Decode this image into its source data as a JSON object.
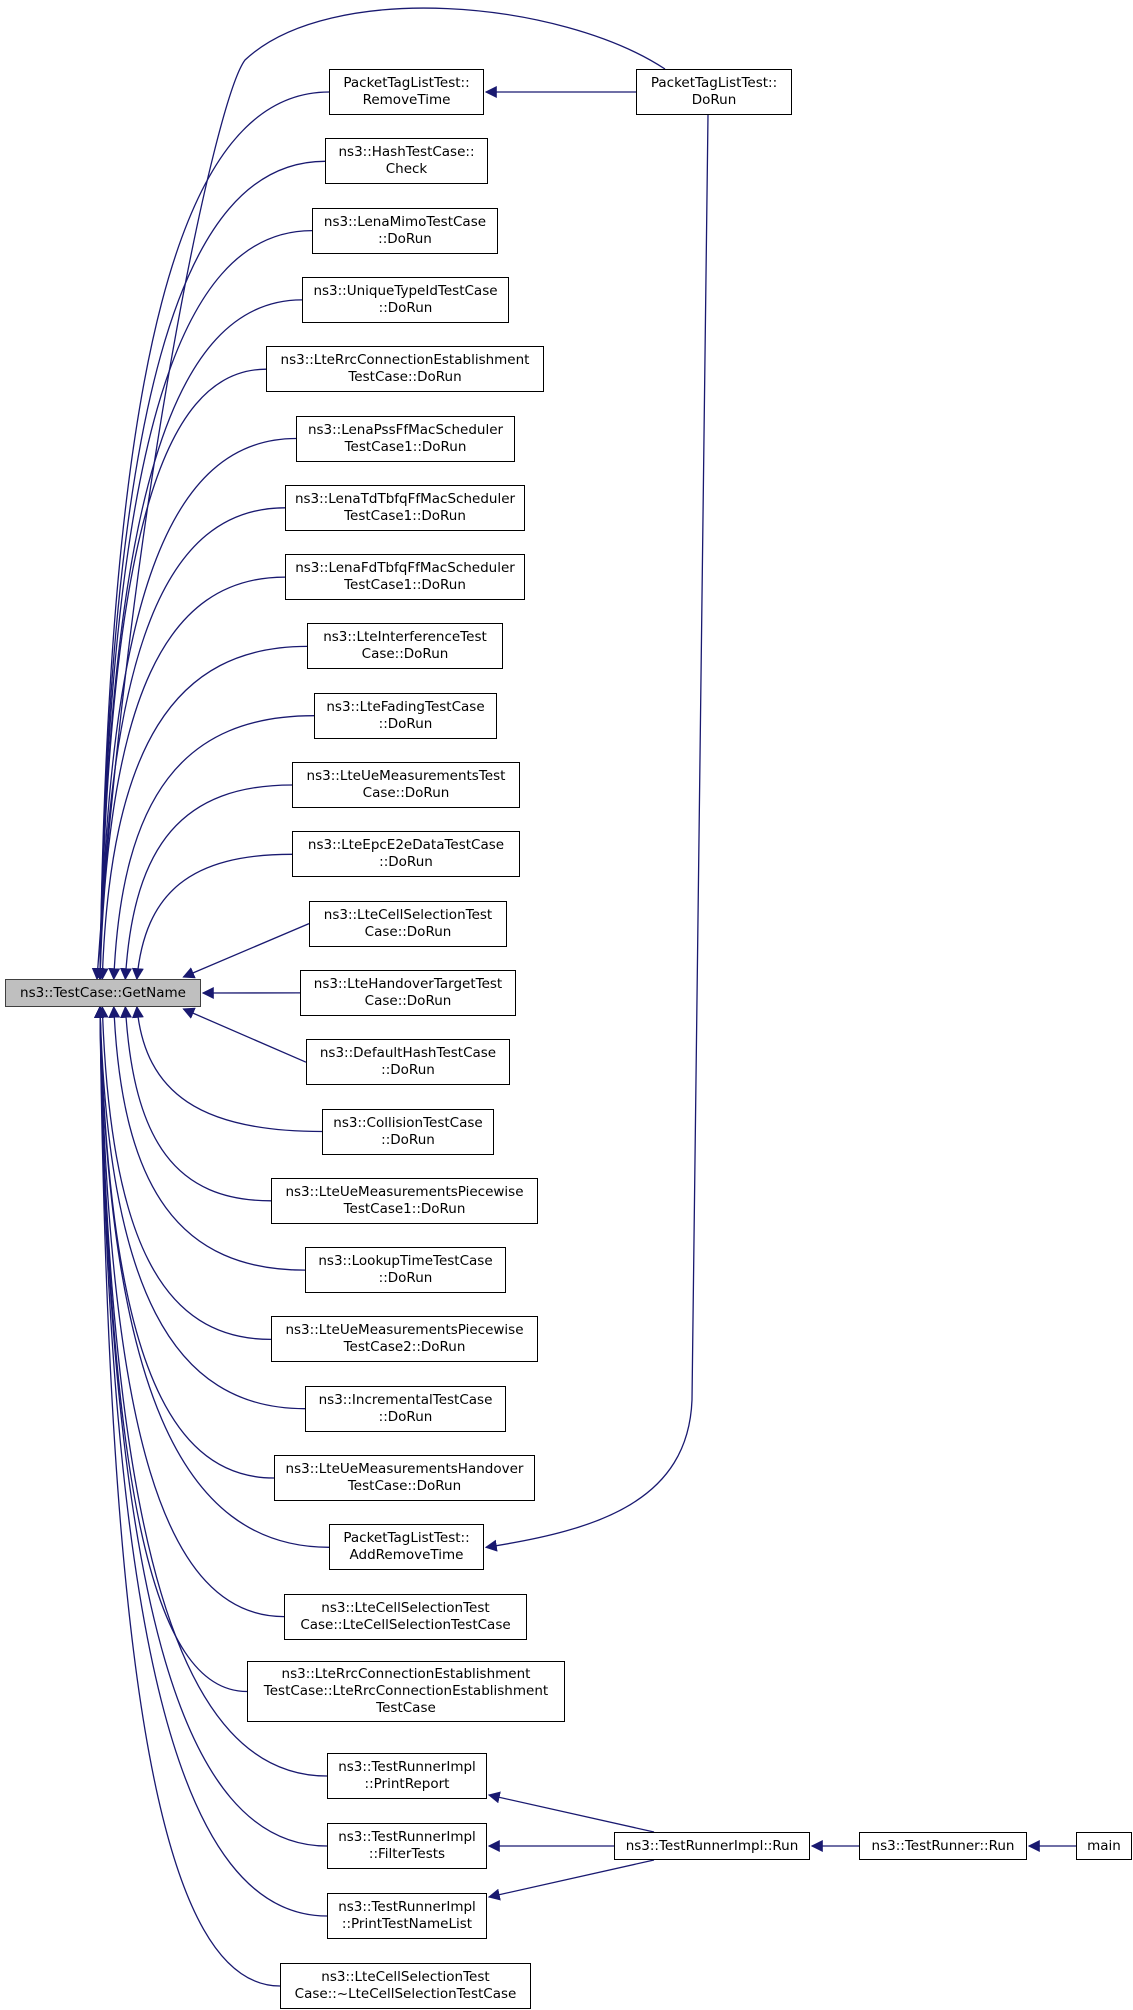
{
  "graph": {
    "edge_color": "#191970",
    "root_fill": "#bfbfbf",
    "nodes": [
      {
        "id": "getname",
        "label": "ns3::TestCase::GetName"
      },
      {
        "id": "removetime",
        "label": "PacketTagListTest::\nRemoveTime"
      },
      {
        "id": "ptl_dorun",
        "label": "PacketTagListTest::\nDoRun"
      },
      {
        "id": "hash_check",
        "label": "ns3::HashTestCase::\nCheck"
      },
      {
        "id": "lenamimo",
        "label": "ns3::LenaMimoTestCase\n::DoRun"
      },
      {
        "id": "uniquetypeid",
        "label": "ns3::UniqueTypeIdTestCase\n::DoRun"
      },
      {
        "id": "lterrc_dorun",
        "label": "ns3::LteRrcConnectionEstablishment\nTestCase::DoRun"
      },
      {
        "id": "lenapss",
        "label": "ns3::LenaPssFfMacScheduler\nTestCase1::DoRun"
      },
      {
        "id": "lenatd",
        "label": "ns3::LenaTdTbfqFfMacScheduler\nTestCase1::DoRun"
      },
      {
        "id": "lenafd",
        "label": "ns3::LenaFdTbfqFfMacScheduler\nTestCase1::DoRun"
      },
      {
        "id": "lteinterference",
        "label": "ns3::LteInterferenceTest\nCase::DoRun"
      },
      {
        "id": "ltefading",
        "label": "ns3::LteFadingTestCase\n::DoRun"
      },
      {
        "id": "lteuemeas",
        "label": "ns3::LteUeMeasurementsTest\nCase::DoRun"
      },
      {
        "id": "lteepc",
        "label": "ns3::LteEpcE2eDataTestCase\n::DoRun"
      },
      {
        "id": "ltecellsel_dorun",
        "label": "ns3::LteCellSelectionTest\nCase::DoRun"
      },
      {
        "id": "ltehandovertarget",
        "label": "ns3::LteHandoverTargetTest\nCase::DoRun"
      },
      {
        "id": "defaulthash",
        "label": "ns3::DefaultHashTestCase\n::DoRun"
      },
      {
        "id": "collision",
        "label": "ns3::CollisionTestCase\n::DoRun"
      },
      {
        "id": "piecewise1",
        "label": "ns3::LteUeMeasurementsPiecewise\nTestCase1::DoRun"
      },
      {
        "id": "lookuptime",
        "label": "ns3::LookupTimeTestCase\n::DoRun"
      },
      {
        "id": "piecewise2",
        "label": "ns3::LteUeMeasurementsPiecewise\nTestCase2::DoRun"
      },
      {
        "id": "incremental",
        "label": "ns3::IncrementalTestCase\n::DoRun"
      },
      {
        "id": "uemeashandover",
        "label": "ns3::LteUeMeasurementsHandover\nTestCase::DoRun"
      },
      {
        "id": "addremovetime",
        "label": "PacketTagListTest::\nAddRemoveTime"
      },
      {
        "id": "ltecellsel_ctor",
        "label": "ns3::LteCellSelectionTest\nCase::LteCellSelectionTestCase"
      },
      {
        "id": "lterrc_ctor",
        "label": "ns3::LteRrcConnectionEstablishment\nTestCase::LteRrcConnectionEstablishment\nTestCase"
      },
      {
        "id": "printreport",
        "label": "ns3::TestRunnerImpl\n::PrintReport"
      },
      {
        "id": "filtertests",
        "label": "ns3::TestRunnerImpl\n::FilterTests"
      },
      {
        "id": "printtestnamelist",
        "label": "ns3::TestRunnerImpl\n::PrintTestNameList"
      },
      {
        "id": "ltecellsel_dtor",
        "label": "ns3::LteCellSelectionTest\nCase::~LteCellSelectionTestCase"
      },
      {
        "id": "runnerimpl_run",
        "label": "ns3::TestRunnerImpl::Run"
      },
      {
        "id": "runner_run",
        "label": "ns3::TestRunner::Run"
      },
      {
        "id": "main",
        "label": "main"
      }
    ],
    "edges": [
      [
        "removetime",
        "getname"
      ],
      [
        "ptl_dorun",
        "getname"
      ],
      [
        "hash_check",
        "getname"
      ],
      [
        "lenamimo",
        "getname"
      ],
      [
        "uniquetypeid",
        "getname"
      ],
      [
        "lterrc_dorun",
        "getname"
      ],
      [
        "lenapss",
        "getname"
      ],
      [
        "lenatd",
        "getname"
      ],
      [
        "lenafd",
        "getname"
      ],
      [
        "lteinterference",
        "getname"
      ],
      [
        "ltefading",
        "getname"
      ],
      [
        "lteuemeas",
        "getname"
      ],
      [
        "lteepc",
        "getname"
      ],
      [
        "ltecellsel_dorun",
        "getname"
      ],
      [
        "ltehandovertarget",
        "getname"
      ],
      [
        "defaulthash",
        "getname"
      ],
      [
        "collision",
        "getname"
      ],
      [
        "piecewise1",
        "getname"
      ],
      [
        "lookuptime",
        "getname"
      ],
      [
        "piecewise2",
        "getname"
      ],
      [
        "incremental",
        "getname"
      ],
      [
        "uemeashandover",
        "getname"
      ],
      [
        "addremovetime",
        "getname"
      ],
      [
        "ltecellsel_ctor",
        "getname"
      ],
      [
        "lterrc_ctor",
        "getname"
      ],
      [
        "printreport",
        "getname"
      ],
      [
        "filtertests",
        "getname"
      ],
      [
        "printtestnamelist",
        "getname"
      ],
      [
        "ltecellsel_dtor",
        "getname"
      ],
      [
        "ptl_dorun",
        "removetime"
      ],
      [
        "ptl_dorun",
        "addremovetime"
      ],
      [
        "runnerimpl_run",
        "printreport"
      ],
      [
        "runnerimpl_run",
        "filtertests"
      ],
      [
        "runnerimpl_run",
        "printtestnamelist"
      ],
      [
        "runner_run",
        "runnerimpl_run"
      ],
      [
        "main",
        "runner_run"
      ]
    ]
  }
}
